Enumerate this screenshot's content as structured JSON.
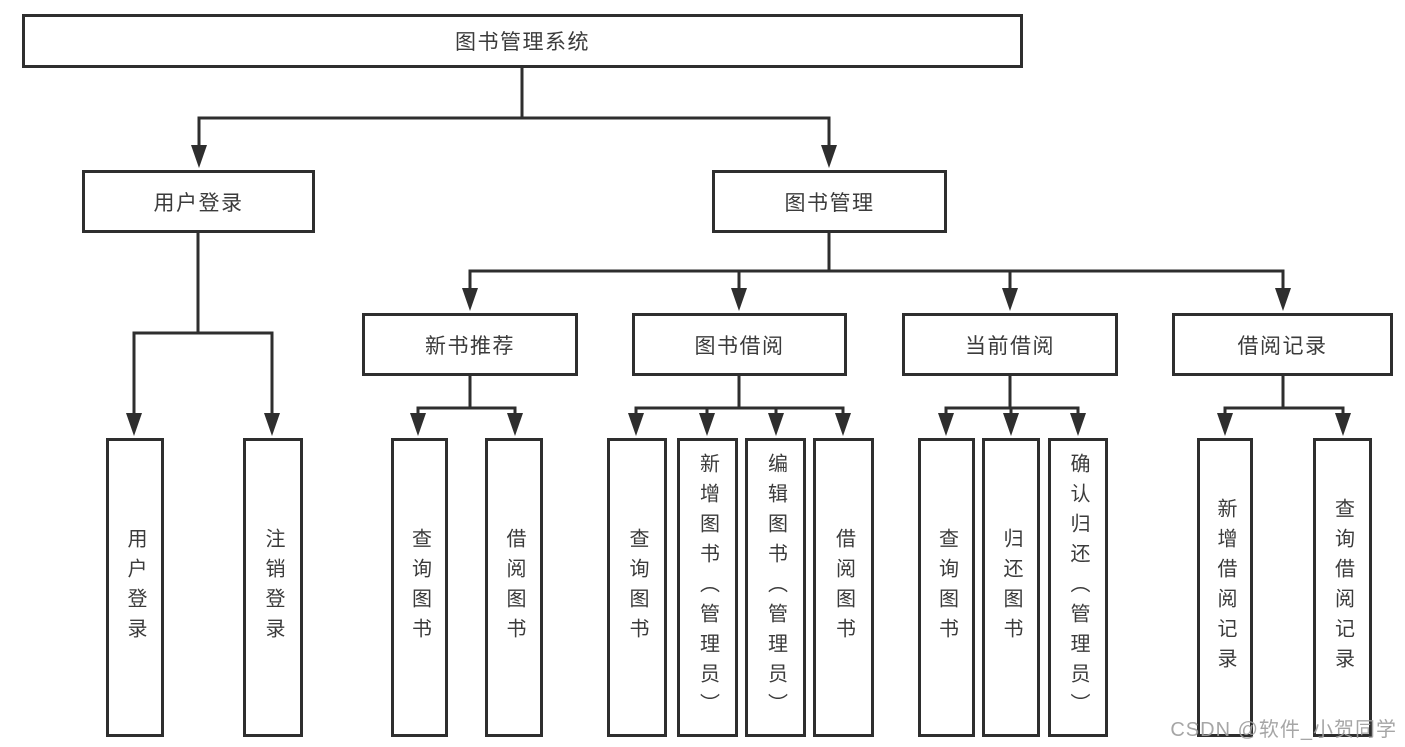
{
  "tree": {
    "root": {
      "label": "图书管理系统"
    },
    "branches": [
      {
        "label": "用户登录",
        "children": [
          {
            "label": "用户登录"
          },
          {
            "label": "注销登录"
          }
        ]
      },
      {
        "label": "图书管理",
        "children": [
          {
            "label": "新书推荐",
            "children": [
              {
                "label": "查询图书"
              },
              {
                "label": "借阅图书"
              }
            ]
          },
          {
            "label": "图书借阅",
            "children": [
              {
                "label": "查询图书"
              },
              {
                "label": "新增图书（管理员）"
              },
              {
                "label": "编辑图书（管理员）"
              },
              {
                "label": "借阅图书"
              }
            ]
          },
          {
            "label": "当前借阅",
            "children": [
              {
                "label": "查询图书"
              },
              {
                "label": "归还图书"
              },
              {
                "label": "确认归还（管理员）"
              }
            ]
          },
          {
            "label": "借阅记录",
            "children": [
              {
                "label": "新增借阅记录"
              },
              {
                "label": "查询借阅记录"
              }
            ]
          }
        ]
      }
    ]
  },
  "watermark": "CSDN @软件_小贺同学",
  "colors": {
    "line": "#2e2e2e",
    "text": "#3b3b3b",
    "watermark": "#9e9e9e",
    "background": "#ffffff"
  }
}
